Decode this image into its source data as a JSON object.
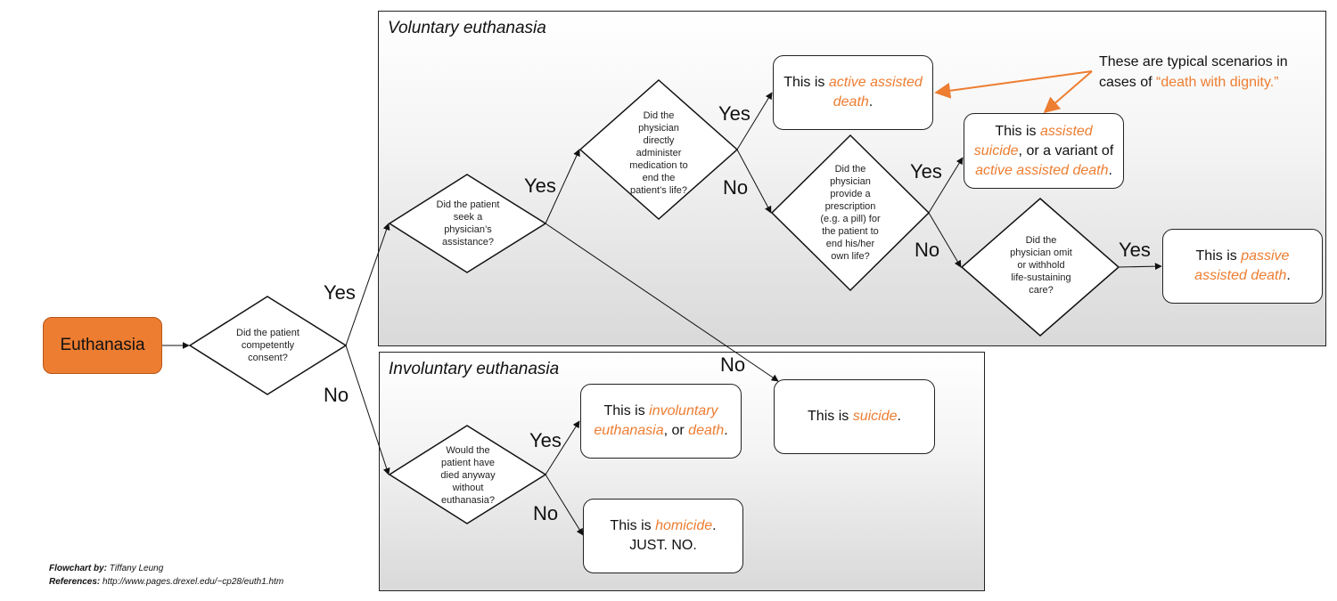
{
  "panels": {
    "voluntary_title": "Voluntary euthanasia",
    "involuntary_title": "Involuntary euthanasia"
  },
  "start": {
    "label": "Euthanasia"
  },
  "questions": {
    "consent": "Did the patient competently consent?",
    "seek": "Did the patient seek a physician’s assistance?",
    "administer": "Did the physician directly administer medication to end the patient’s life?",
    "prescription": "Did the physician provide a prescription (e.g. a pill) for the patient to end his/her own life?",
    "omit": "Did the physician omit or withhold life-sustaining care?",
    "died_anyway": "Would the patient have died anyway without euthanasia?"
  },
  "outcomes": {
    "active": {
      "pre": "This is ",
      "hl": "active assisted death",
      "post": "."
    },
    "assisted_suicide": {
      "pre": "This is ",
      "hl": "assisted suicide",
      "mid": ", or a variant of ",
      "hl2": "active assisted death",
      "post": "."
    },
    "passive": {
      "pre": "This is ",
      "hl": "passive assisted death",
      "post": "."
    },
    "suicide": {
      "pre": "This is ",
      "hl": "suicide",
      "post": "."
    },
    "involuntary": {
      "pre": "This is ",
      "hl": "involuntary euthanasia",
      "mid": ", or ",
      "hl2": "death",
      "post": "."
    },
    "homicide": {
      "pre": "This is ",
      "hl": "homicide",
      "post": ".",
      "line2": "JUST. NO."
    }
  },
  "labels": {
    "yes": "Yes",
    "no": "No"
  },
  "note": {
    "text": "These are typical scenarios in cases of ",
    "hl": "“death with dignity.”"
  },
  "credits": {
    "by_label": "Flowchart by:",
    "by": " Tiffany Leung",
    "ref_label": "References:",
    "ref": " http://www.pages.drexel.edu/~cp28/euth1.htm"
  },
  "colors": {
    "accent": "#ed7d31",
    "line": "#222222"
  }
}
